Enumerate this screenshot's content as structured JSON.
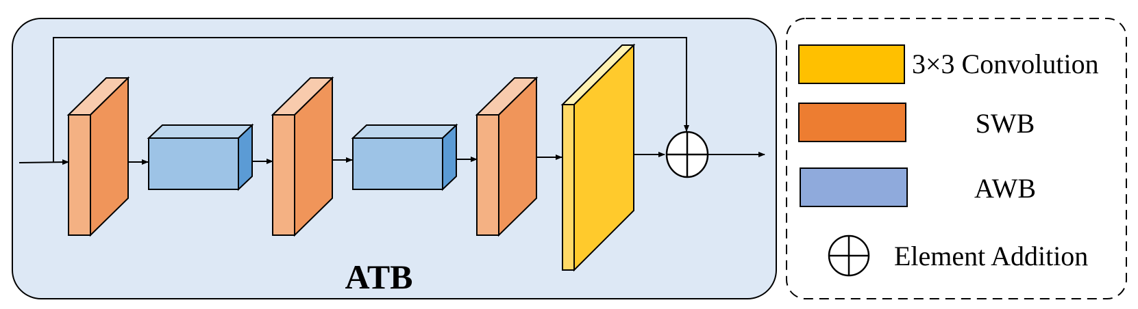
{
  "block": {
    "title": "ATB",
    "background_color": "#DDE8F5"
  },
  "legend": {
    "items": [
      {
        "label": "3×3 Convolution",
        "color": "#FFC000",
        "icon": "yellow-box-icon"
      },
      {
        "label": "SWB",
        "color": "#ED7D31",
        "icon": "orange-box-icon"
      },
      {
        "label": "AWB",
        "color": "#8FAADC",
        "icon": "blue-box-icon"
      },
      {
        "label": "Element Addition",
        "icon": "circle-plus-icon"
      }
    ]
  },
  "colors": {
    "swb_front": "#F4B183",
    "swb_side": "#F0955A",
    "swb_top": "#F8CBAD",
    "awb_front": "#9DC3E6",
    "awb_side": "#5B9BD5",
    "awb_top": "#BDD7EE",
    "conv_front": "#FFCA2C",
    "conv_side": "#FFD966",
    "conv_top": "#FFF2B2"
  }
}
